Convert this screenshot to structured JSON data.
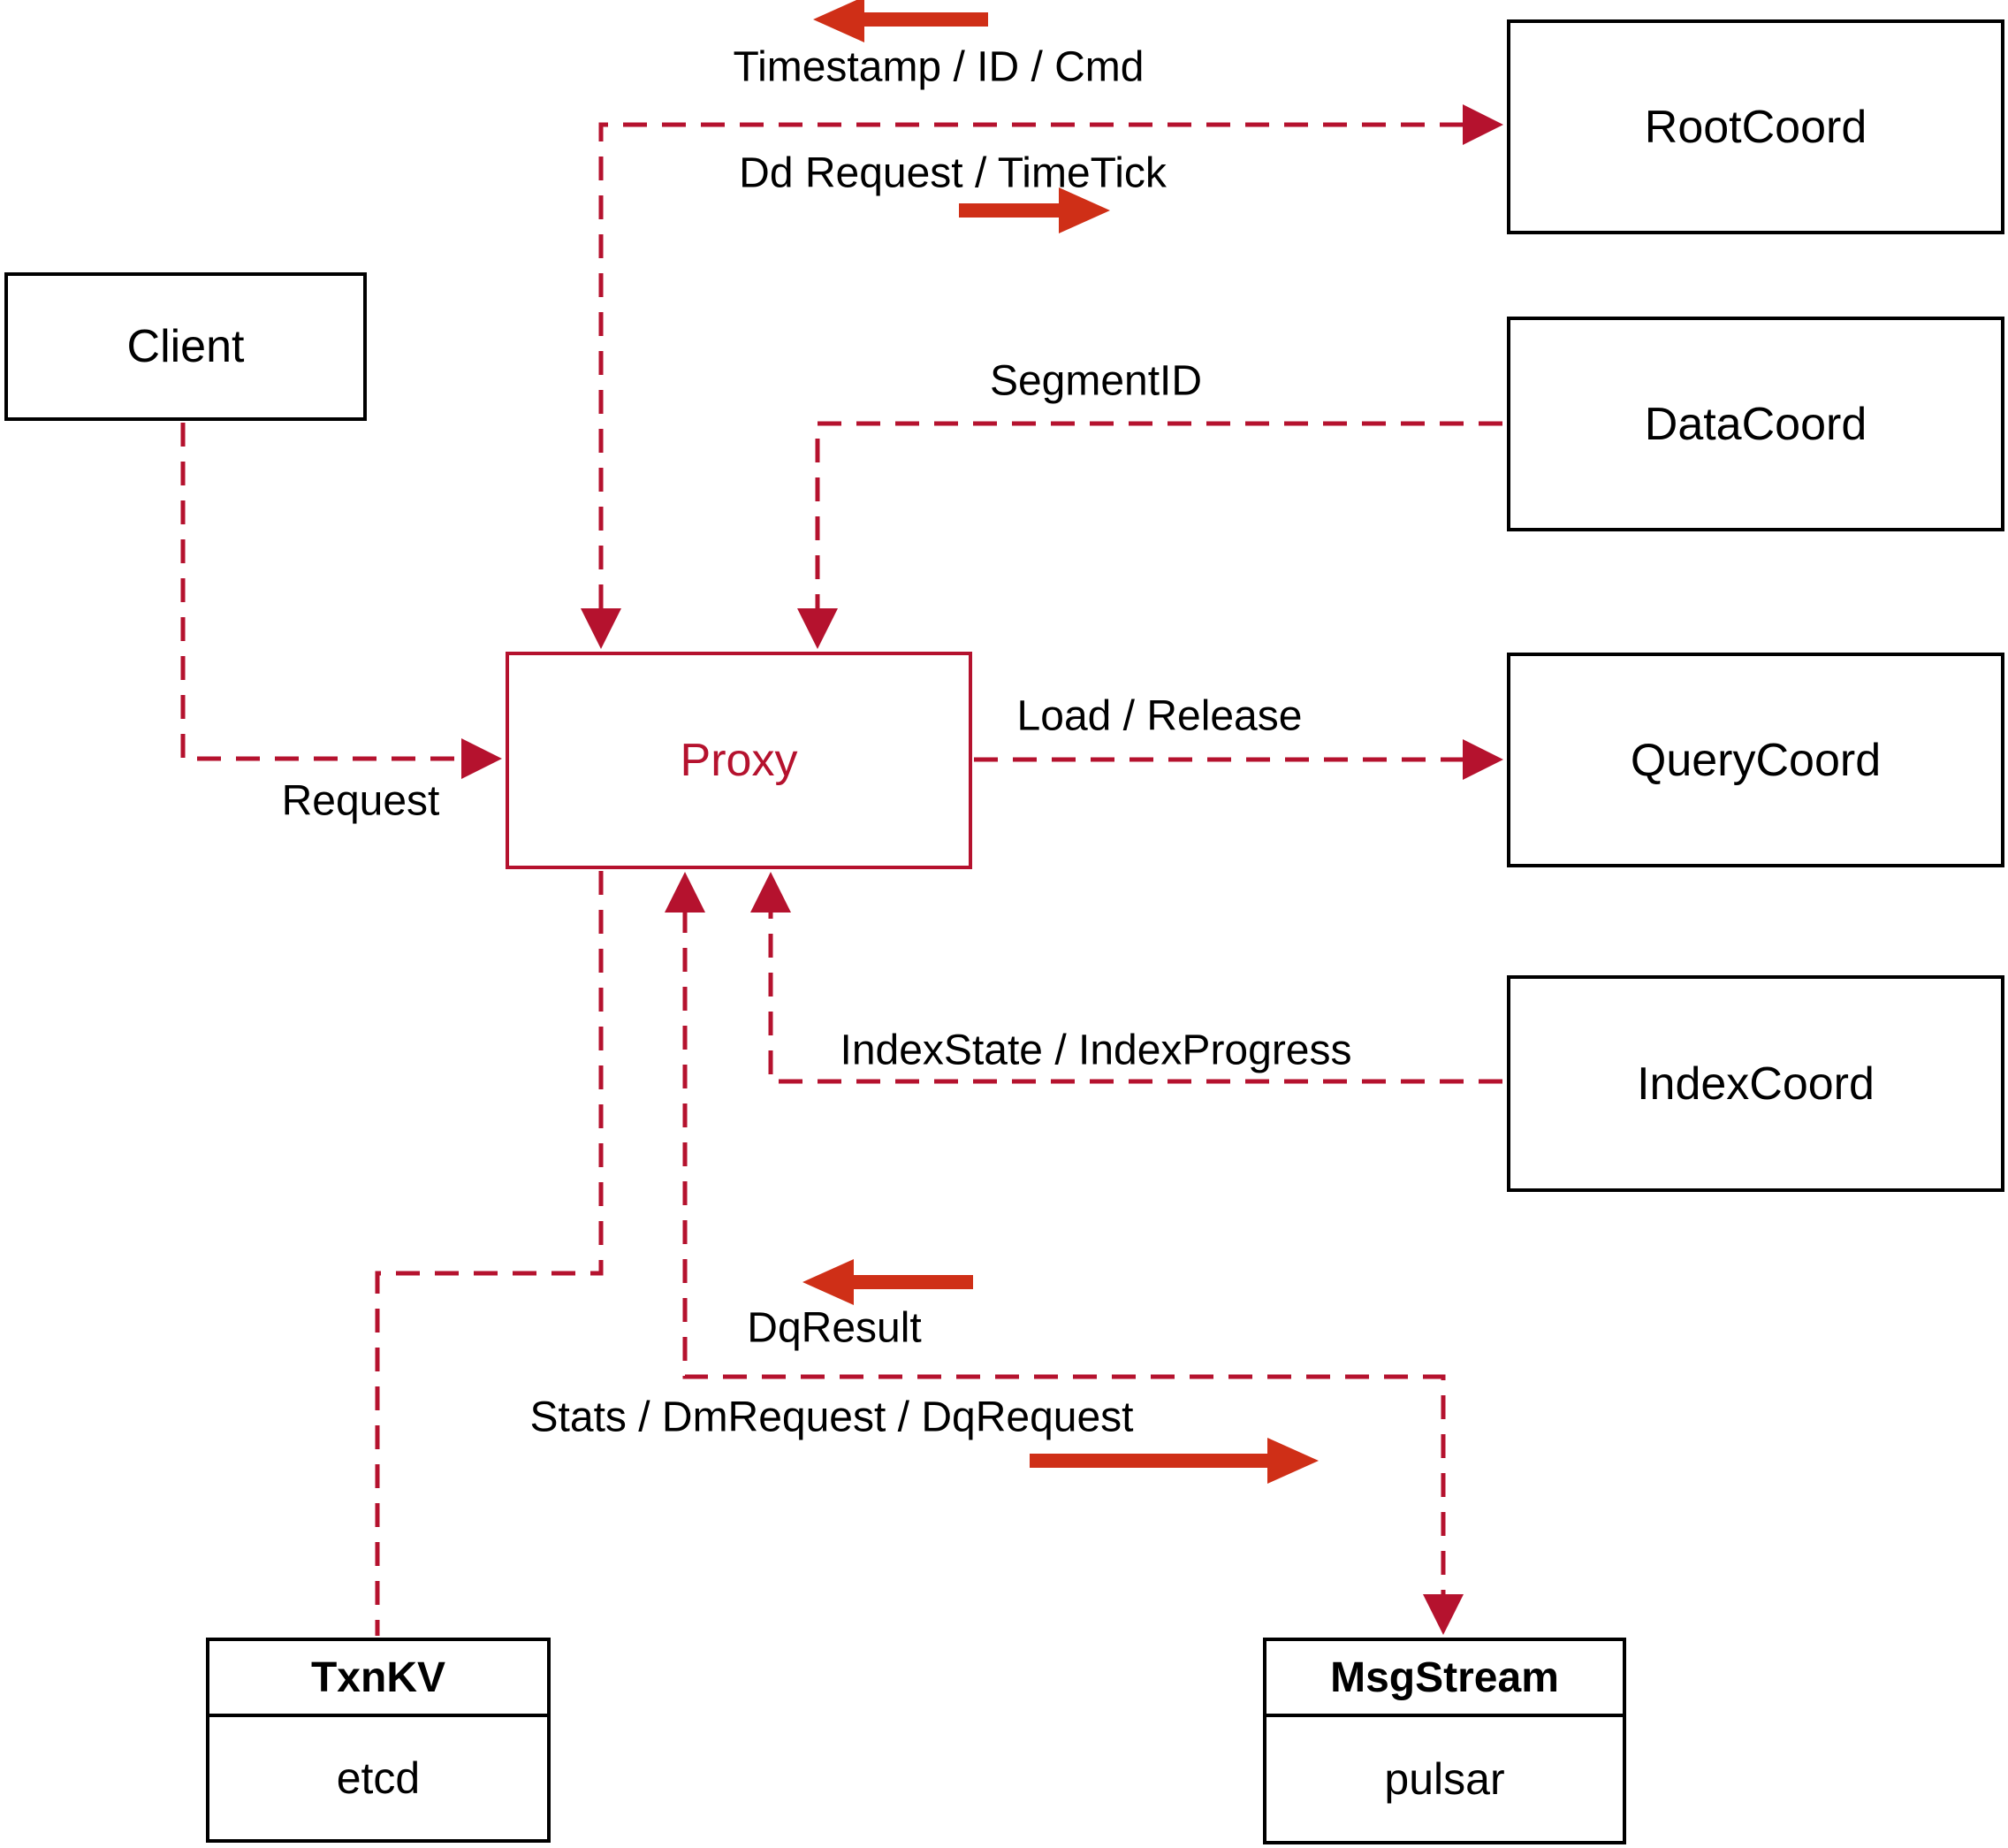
{
  "diagram": {
    "nodes": {
      "client": {
        "label": "Client"
      },
      "root_coord": {
        "label": "RootCoord"
      },
      "data_coord": {
        "label": "DataCoord"
      },
      "query_coord": {
        "label": "QueryCoord"
      },
      "index_coord": {
        "label": "IndexCoord"
      },
      "proxy": {
        "label": "Proxy"
      },
      "txn_kv": {
        "title": "TxnKV",
        "impl": "etcd"
      },
      "msg_stream": {
        "title": "MsgStream",
        "impl": "pulsar"
      }
    },
    "edge_labels": {
      "timestamp_id_cmd": "Timestamp / ID / Cmd",
      "dd_request_timetick": "Dd Request / TimeTick",
      "segment_id": "SegmentID",
      "request": "Request",
      "load_release": "Load / Release",
      "index_state_progress": "IndexState / IndexProgress",
      "dq_result": "DqResult",
      "stats_dm_dq": "Stats / DmRequest / DqRequest"
    },
    "colors": {
      "line": "#b5122e",
      "solid_arrow": "#cf2f17",
      "box_border": "#000000",
      "proxy": "#b5122e",
      "text": "#000000",
      "background": "#ffffff"
    }
  }
}
